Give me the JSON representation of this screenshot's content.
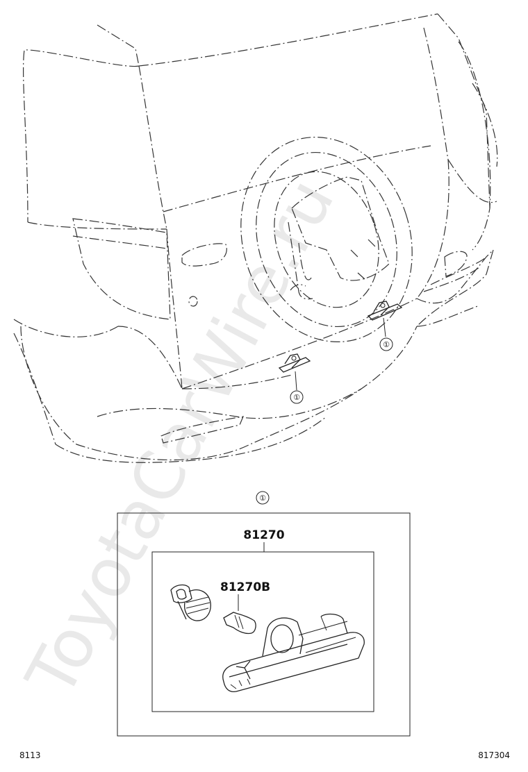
{
  "watermark": "ToyotaCarWire.ru",
  "callouts": {
    "ref_symbol": "①",
    "assembly_part": "81270",
    "bulb_part": "81270B"
  },
  "footer": {
    "left_code": "8113",
    "right_code": "817304"
  }
}
